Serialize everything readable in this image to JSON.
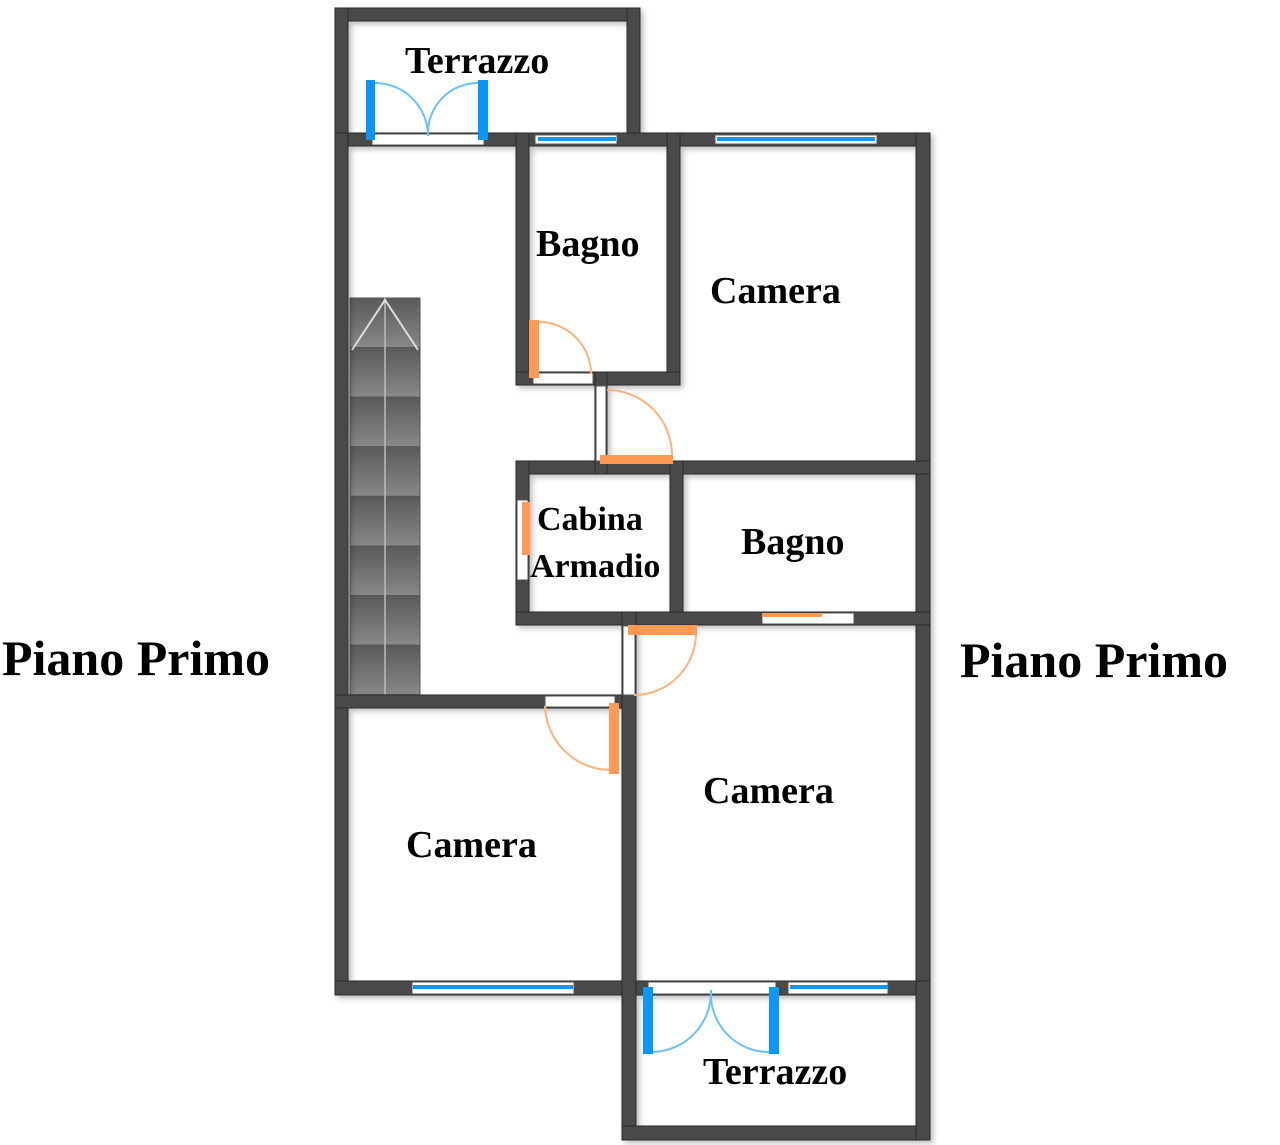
{
  "labels": {
    "terrace_top": "Terrazzo",
    "bath_top": "Bagno",
    "bedroom_top_right": "Camera",
    "walkin_line1": "Cabina",
    "walkin_line2": "Armadio",
    "bath_middle": "Bagno",
    "bedroom_bottom_right": "Camera",
    "bedroom_bottom_left": "Camera",
    "terrace_bottom": "Terrazzo",
    "floor_left": "Piano Primo",
    "floor_right": "Piano Primo"
  },
  "colors": {
    "wall": "#4a4a4a",
    "window": "#0a96ff",
    "door": "#ff9a55"
  }
}
